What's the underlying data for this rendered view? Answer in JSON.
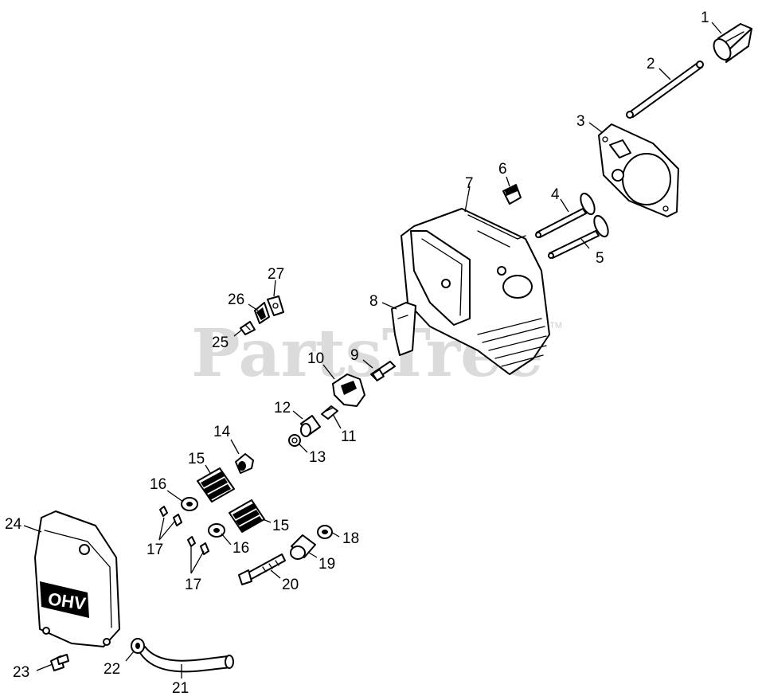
{
  "watermark": {
    "text": "PartsTree",
    "trademark": "TM"
  },
  "cover_label": "OHV",
  "callouts": [
    {
      "id": "c1",
      "label": "1"
    },
    {
      "id": "c2",
      "label": "2"
    },
    {
      "id": "c3",
      "label": "3"
    },
    {
      "id": "c4",
      "label": "4"
    },
    {
      "id": "c5",
      "label": "5"
    },
    {
      "id": "c6",
      "label": "6"
    },
    {
      "id": "c7",
      "label": "7"
    },
    {
      "id": "c8",
      "label": "8"
    },
    {
      "id": "c9",
      "label": "9"
    },
    {
      "id": "c10",
      "label": "10"
    },
    {
      "id": "c11",
      "label": "11"
    },
    {
      "id": "c12",
      "label": "12"
    },
    {
      "id": "c13",
      "label": "13"
    },
    {
      "id": "c14",
      "label": "14"
    },
    {
      "id": "c15a",
      "label": "15"
    },
    {
      "id": "c15b",
      "label": "15"
    },
    {
      "id": "c16a",
      "label": "16"
    },
    {
      "id": "c16b",
      "label": "16"
    },
    {
      "id": "c17a",
      "label": "17"
    },
    {
      "id": "c17b",
      "label": "17"
    },
    {
      "id": "c18",
      "label": "18"
    },
    {
      "id": "c19",
      "label": "19"
    },
    {
      "id": "c20",
      "label": "20"
    },
    {
      "id": "c21",
      "label": "21"
    },
    {
      "id": "c22",
      "label": "22"
    },
    {
      "id": "c23",
      "label": "23"
    },
    {
      "id": "c24",
      "label": "24"
    },
    {
      "id": "c25",
      "label": "25"
    },
    {
      "id": "c26",
      "label": "26"
    },
    {
      "id": "c27",
      "label": "27"
    }
  ]
}
